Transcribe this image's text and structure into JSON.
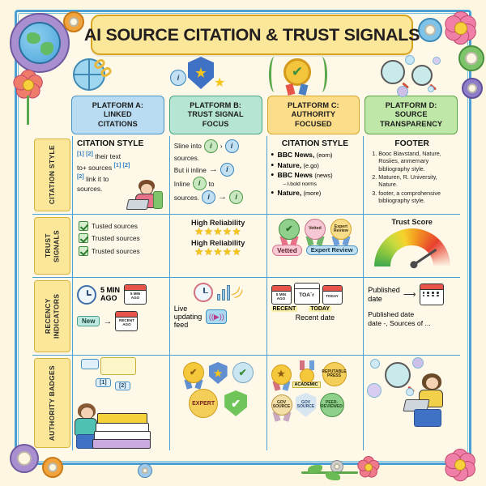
{
  "title": "AI SOURCE CITATION & TRUST SIGNALS",
  "header_icons": [
    {
      "name": "globe-gear-icon",
      "label": "globe"
    },
    {
      "name": "globe-link-icon",
      "label": "linked globe"
    },
    {
      "name": "info-shield-star-icon",
      "label": "info shield star"
    },
    {
      "name": "laurel-award-check-icon",
      "label": "award laurel"
    },
    {
      "name": "magnifier-bubbles-icon",
      "label": "magnifiers"
    }
  ],
  "columns": [
    {
      "id": "a",
      "label": "PLATFORM A:\nLINKED CITATIONS",
      "line1": "PLATFORM A:",
      "line2": "LINKED",
      "line3": "CITATIONS",
      "color": "#b9dcf2"
    },
    {
      "id": "b",
      "label": "PLATFORM B: TRUST SIGNAL FOCUS",
      "line1": "PLATFORM B:",
      "line2": "TRUST SIGNAL",
      "line3": "FOCUS",
      "color": "#b6e6d3"
    },
    {
      "id": "c",
      "label": "PLATFORM C: AUTHORITY FOCUSED",
      "line1": "PLATFORM C:",
      "line2": "AUTHORITY",
      "line3": "FOCUSED",
      "color": "#fbdd8a"
    },
    {
      "id": "d",
      "label": "PLATFORM D: SOURCE TRANSPARENCY",
      "line1": "PLATFORM D:",
      "line2": "SOURCE",
      "line3": "TRANSPARENCY",
      "color": "#bfe7a8"
    }
  ],
  "rows": [
    {
      "id": "citation-style",
      "label": "CITATION STYLE"
    },
    {
      "id": "trust-signals",
      "label": "TRUST SIGNALS"
    },
    {
      "id": "recency-indicators",
      "label": "RECENCY INDICATORS"
    },
    {
      "id": "authority-badges",
      "label": "AUTHORITY BADGES"
    }
  ],
  "citation_style": {
    "a": {
      "title": "CITATION STYLE",
      "line1_ref1": "[1]",
      "line1_ref2": "[2]",
      "line1_text": "their text",
      "line2_text": "to+ sources",
      "line2_ref1": "[1]",
      "line2_ref2": "[2]",
      "line3_ref": "[2]",
      "line3_text": "link it to",
      "line4_text": "sources."
    },
    "b": {
      "l1": "Sline into",
      "l1b": "sources.",
      "l2": "But ii inline",
      "l3": "Inline",
      "l3b": "to",
      "l4": "sources."
    },
    "c": {
      "title": "CITATION STYLE",
      "items": [
        {
          "name": "BBC News,",
          "note": "(eorn)"
        },
        {
          "name": "Nature,",
          "note": "(e.go)"
        },
        {
          "name": "BBC News",
          "note": "(news)",
          "sub": "– ł.bold norms"
        },
        {
          "name": "Nature,",
          "note": "(more)"
        }
      ]
    },
    "d": {
      "title": "FOOTER",
      "items": [
        "Booc Biavstand, Nature, Rosiies, anmernary bibliography style.",
        "Maturen, R. University, Nature.",
        "footer, a comprohensive bibliography style."
      ]
    }
  },
  "trust_signals": {
    "a": {
      "items": [
        "Tusted sources",
        "Trusted sources",
        "Trusted sources"
      ]
    },
    "b": {
      "blocks": [
        {
          "label": "High Reliability",
          "stars": "★★★★★",
          "count": 5
        },
        {
          "label": "High Reliability",
          "stars": "★★★★★",
          "count": 5
        }
      ]
    },
    "c": {
      "badges": [
        {
          "name": "check-rosette",
          "text": "✔"
        },
        {
          "name": "vetted-rosette",
          "text": "Vetted"
        },
        {
          "name": "expert-review-rosette",
          "text": "Expert Review"
        }
      ],
      "tags": [
        {
          "name": "vetted-tag",
          "text": "Vetted"
        },
        {
          "name": "expert-review-tag",
          "text": "Expert Review"
        }
      ]
    },
    "d": {
      "title": "Trust Score",
      "gauge_value": 78,
      "gauge_min": 0,
      "gauge_max": 100
    }
  },
  "recency": {
    "a": {
      "clock_label_l1": "5 MIN",
      "clock_label_l2": "AGO",
      "cal_label_l1": "5 MIN",
      "cal_label_l2": "AGO",
      "new_pill": "New",
      "cal2_label_l1": "RECENT",
      "cal2_label_l2": "AGO"
    },
    "b": {
      "caption_l1": "Live",
      "caption_l2": "updating",
      "caption_l3": "feed"
    },
    "c": {
      "cal1_l1": "5 MIN",
      "cal1_l2": "AGO",
      "cal2": "TOAˉr",
      "cal3": "TODAY",
      "tag_recent": "RECENT",
      "tag_today": "TODAY",
      "caption": "Recent date"
    },
    "d": {
      "line1_a": "Published",
      "line1_b": "date",
      "line2": "Published date",
      "line3": "date -, Sources of ..."
    }
  },
  "authority": {
    "a": {
      "refs": [
        "[1]",
        "[2]"
      ],
      "illustration": "person-reading-books"
    },
    "b": {
      "badges": [
        {
          "name": "award-check-rosette",
          "text": "✔"
        },
        {
          "name": "star-shield",
          "text": "★"
        },
        {
          "name": "check-rosette-green",
          "text": "✔"
        },
        {
          "name": "expert-seal",
          "text": "EXPERT"
        },
        {
          "name": "check-shield-green",
          "text": "✔"
        }
      ]
    },
    "c": {
      "badges": [
        {
          "name": "star-rosette",
          "text": "★"
        },
        {
          "name": "academic-medal",
          "text": "ACADEMIC"
        },
        {
          "name": "reputable-press-seal",
          "text": "REPUTABLE PRESS"
        },
        {
          "name": "gov-source-rosette",
          "text": "GOV SOURCE"
        },
        {
          "name": "gov-source-shield",
          "text": "GOV SOURCE"
        },
        {
          "name": "peer-reviewed-seal",
          "text": "PEER- REVIEWED"
        }
      ]
    },
    "d": {
      "illustration": "person-laptop-magnifier-bubbles"
    }
  },
  "colors": {
    "background": "#fdf6e0",
    "frame": "#4a9fd4",
    "title_bg": "#fbe79a",
    "title_border": "#d9a520",
    "row_label_bg": "#fbe79a",
    "col_a": "#b9dcf2",
    "col_b": "#b6e6d3",
    "col_c": "#fbdd8a",
    "col_d": "#bfe7a8",
    "star": "#f5c518"
  }
}
